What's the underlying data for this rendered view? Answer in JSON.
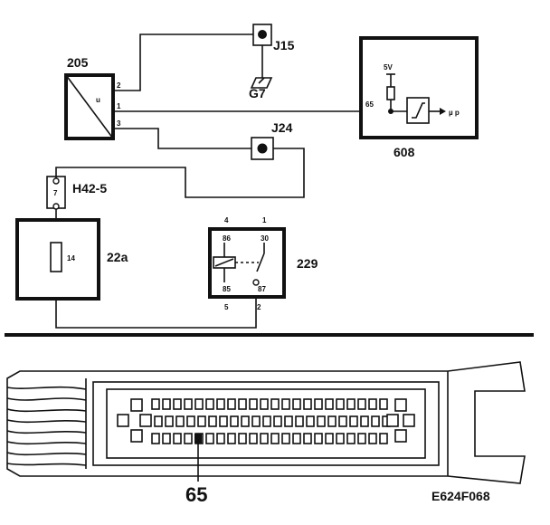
{
  "components": {
    "c205": {
      "label": "205",
      "pin2": "2",
      "pin1": "1",
      "pin3": "3",
      "inner": "u"
    },
    "j15": {
      "label": "J15"
    },
    "g7": {
      "label": "G7"
    },
    "j24": {
      "label": "J24"
    },
    "c608": {
      "label": "608",
      "pin65": "65",
      "supply": "5V",
      "output": "µ p"
    },
    "h425": {
      "label": "H42-5",
      "pin": "7"
    },
    "c22a": {
      "label": "22a",
      "pin": "14"
    },
    "c229": {
      "label": "229",
      "pin86": "86",
      "pin30": "30",
      "pin85": "85",
      "pin87": "87",
      "t4": "4",
      "t1": "1",
      "t5": "5",
      "t2": "2"
    }
  },
  "connector": {
    "pin_callout": "65"
  },
  "figure_id": "E624F068"
}
